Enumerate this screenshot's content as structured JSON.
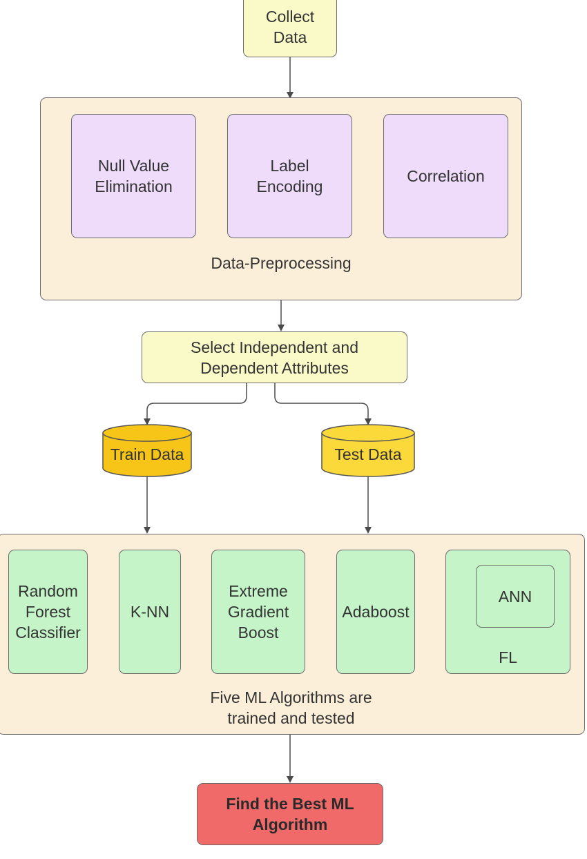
{
  "collect": "Collect\nData",
  "preprocessing": {
    "title": "Data-Preprocessing",
    "steps": [
      "Null Value\nElimination",
      "Label\nEncoding",
      "Correlation"
    ]
  },
  "select": "Select Independent and\nDependent Attributes",
  "train": "Train Data",
  "test": "Test Data",
  "algorithms": {
    "title": "Five ML Algorithms are\ntrained and tested",
    "items": [
      "Random\nForest\nClassifier",
      "K-NN",
      "Extreme\nGradient\nBoost",
      "Adaboost"
    ],
    "fl": {
      "inner": "ANN",
      "label": "FL"
    }
  },
  "result": "Find the Best ML\nAlgorithm",
  "colors": {
    "yellow_box": "#fafac8",
    "group_box": "#fcefd9",
    "purple_box": "#efdcfb",
    "green_box": "#c4f4c8",
    "red_box": "#f06a6a",
    "train_cylinder": "#f6c517",
    "test_cylinder": "#fbd93a"
  }
}
